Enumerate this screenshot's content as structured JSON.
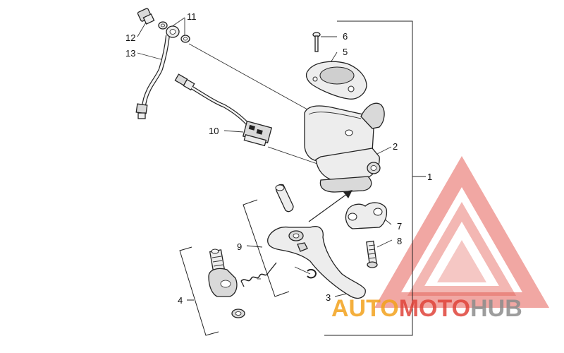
{
  "callouts": {
    "c1": "1",
    "c2": "2",
    "c3": "3",
    "c4": "4",
    "c5": "5",
    "c6": "6",
    "c7": "7",
    "c8": "8",
    "c9": "9",
    "c10": "10",
    "c11": "11",
    "c12": "12",
    "c13": "13"
  },
  "watermark": {
    "word1": "AUTO",
    "word2": "MOTO",
    "word3": "HUB",
    "color_orange": "#f3a21c",
    "color_red": "#e0443a",
    "color_gray": "#8c8c8c"
  },
  "colors": {
    "line": "#222222",
    "part_fill": "#ededed",
    "part_shade": "#d9d9d9"
  }
}
